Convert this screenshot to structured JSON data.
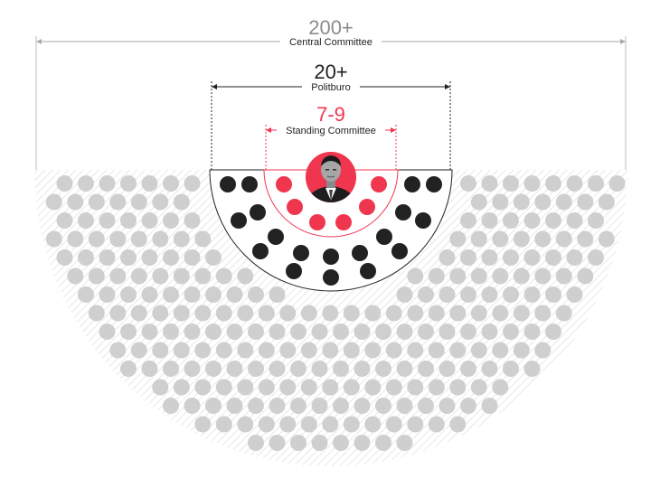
{
  "levels": {
    "central": {
      "count": "200+",
      "label": "Central Committee",
      "color": "#8c8c8c"
    },
    "politburo": {
      "count": "20+",
      "label": "Politburo",
      "color": "#222222"
    },
    "standing": {
      "count": "7-9",
      "label": "Standing Committee",
      "color": "#f0364f"
    }
  },
  "portrait": {
    "name": "leader-portrait"
  },
  "colors": {
    "seat_gray": "#cfcfcf",
    "seat_black": "#222222",
    "seat_red": "#f0364f",
    "hatch": "#d6d6d6",
    "line": "#999999"
  },
  "seats": {
    "standing_shown": 6,
    "politburo_shown": 18,
    "central_shown": "filled"
  }
}
